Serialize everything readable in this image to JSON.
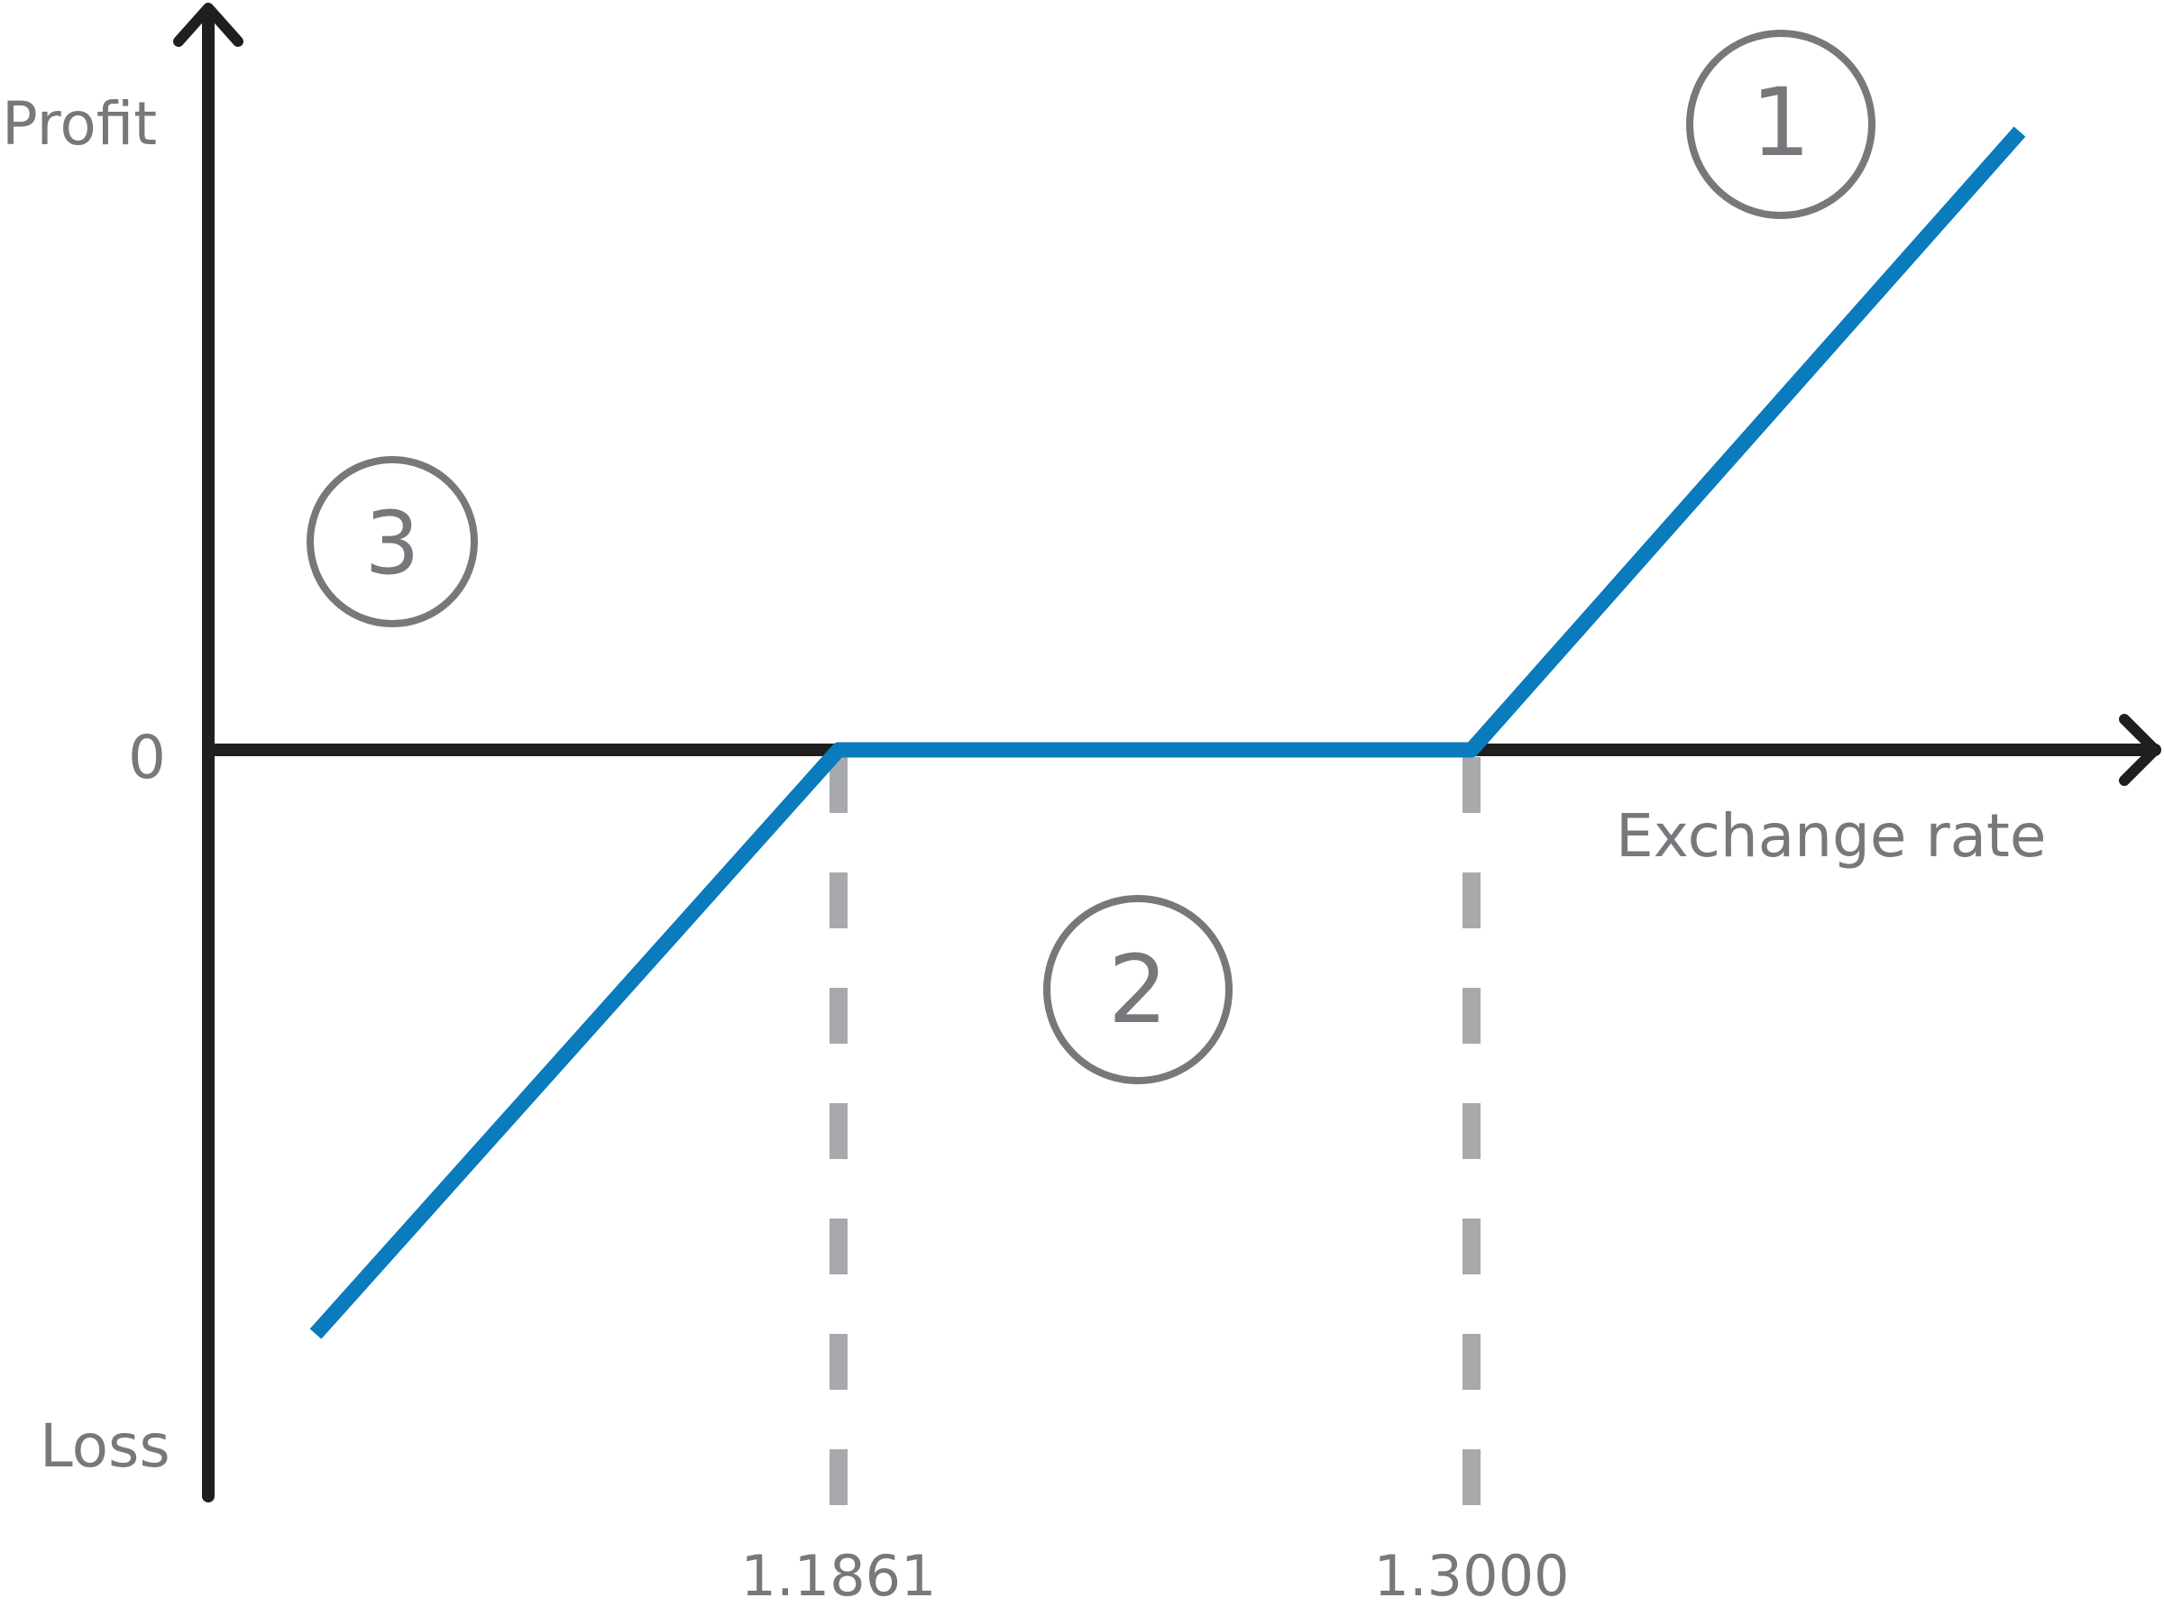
{
  "chart_data": {
    "type": "line",
    "xlabel": "Exchange rate",
    "y_top_label": "Profit",
    "y_bottom_label": "Loss",
    "y_zero_label": "0",
    "x_ticks": [
      "1.1861",
      "1.3000"
    ],
    "breakpoints": [
      1.1861,
      1.3
    ],
    "series": [
      {
        "points": [
          {
            "x": 1.1861,
            "y": 0
          },
          {
            "x": 1.3,
            "y": 0
          }
        ]
      }
    ],
    "zones": [
      "1",
      "2",
      "3"
    ],
    "grid": false,
    "colors": {
      "axis": "#1f1f1f",
      "line": "#0a7bbd",
      "dashed": "#a7a9ac",
      "text": "#76787b",
      "circle": "#76787b"
    }
  }
}
